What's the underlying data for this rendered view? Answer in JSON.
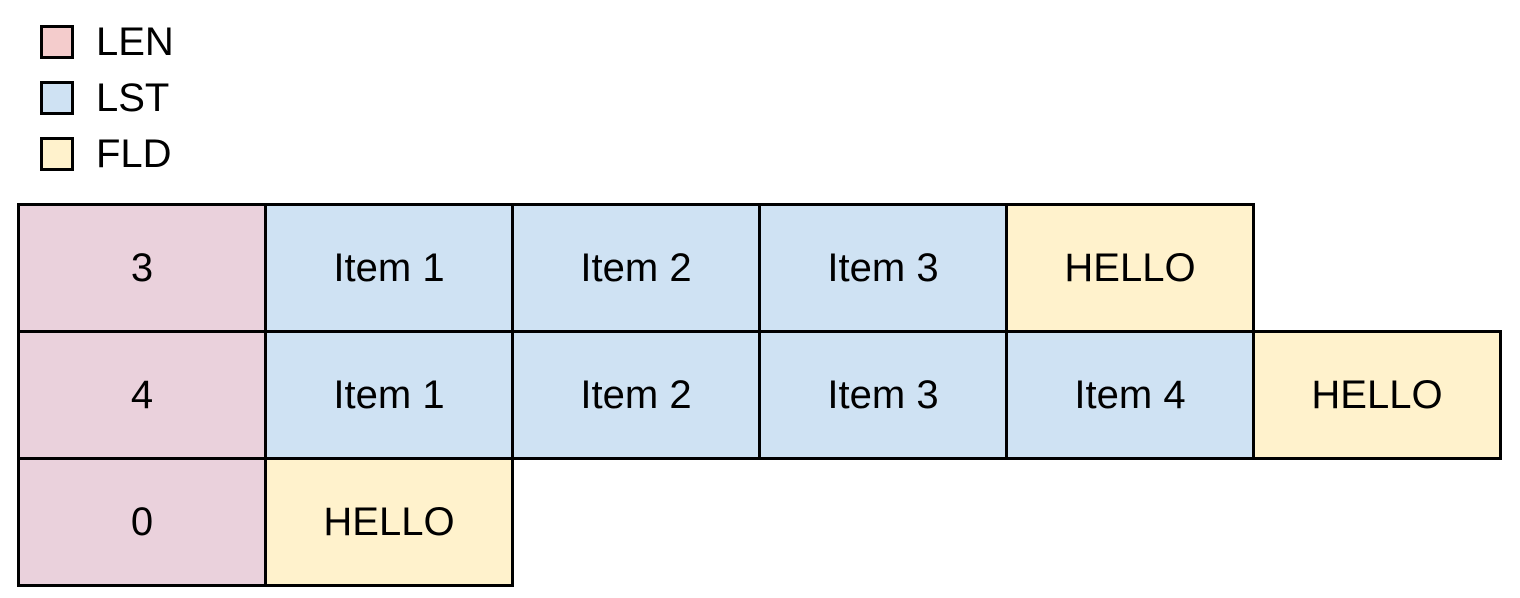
{
  "colors": {
    "legend_len": "#f4cccc",
    "legend_lst": "#cfe2f3",
    "legend_fld": "#fff2cc",
    "cell_len": "#ead1dc",
    "cell_lst": "#cfe2f3",
    "cell_fld": "#fff2cc",
    "border": "#000000",
    "background": "#ffffff"
  },
  "legend": {
    "items": [
      {
        "label": "LEN",
        "type": "LEN",
        "color": "#f4cccc"
      },
      {
        "label": "LST",
        "type": "LST",
        "color": "#cfe2f3"
      },
      {
        "label": "FLD",
        "type": "FLD",
        "color": "#fff2cc"
      }
    ]
  },
  "grid": {
    "rows": [
      {
        "cells": [
          {
            "type": "LEN",
            "text": "3"
          },
          {
            "type": "LST",
            "text": "Item 1"
          },
          {
            "type": "LST",
            "text": "Item 2"
          },
          {
            "type": "LST",
            "text": "Item 3"
          },
          {
            "type": "FLD",
            "text": "HELLO"
          }
        ]
      },
      {
        "cells": [
          {
            "type": "LEN",
            "text": "4"
          },
          {
            "type": "LST",
            "text": "Item 1"
          },
          {
            "type": "LST",
            "text": "Item 2"
          },
          {
            "type": "LST",
            "text": "Item 3"
          },
          {
            "type": "LST",
            "text": "Item 4"
          },
          {
            "type": "FLD",
            "text": "HELLO"
          }
        ]
      },
      {
        "cells": [
          {
            "type": "LEN",
            "text": "0"
          },
          {
            "type": "FLD",
            "text": "HELLO"
          }
        ]
      }
    ]
  }
}
